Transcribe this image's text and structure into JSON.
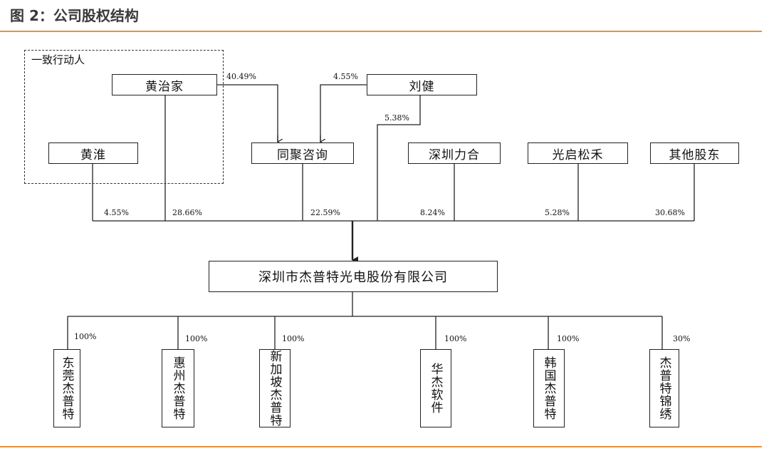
{
  "title": "图 2：公司股权结构",
  "group_label": "一致行动人",
  "shareholders": {
    "huang_zhijia": "黄治家",
    "liu_jian": "刘健",
    "huang_huai": "黄淮",
    "tongju": "同聚咨询",
    "shenzhen_lihe": "深圳力合",
    "guangqi": "光启松禾",
    "others": "其他股东"
  },
  "company": "深圳市杰普特光电股份有限公司",
  "holdings": {
    "huang_zhijia_to_tongju": "40.49%",
    "liu_jian_to_tongju": "4.55%",
    "liu_jian_direct": "5.38%",
    "huang_huai": "4.55%",
    "huang_zhijia": "28.66%",
    "tongju": "22.59%",
    "shenzhen_lihe": "8.24%",
    "guangqi": "5.28%",
    "others": "30.68%"
  },
  "subsidiaries": [
    {
      "name": "东莞杰普特",
      "pct": "100%"
    },
    {
      "name": "惠州杰普特",
      "pct": "100%"
    },
    {
      "name": "新加坡杰普特",
      "pct": "100%"
    },
    {
      "name": "华杰软件",
      "pct": "100%"
    },
    {
      "name": "韩国杰普特",
      "pct": "100%"
    },
    {
      "name": "杰普特锦绣",
      "pct": "30%"
    }
  ],
  "colors": {
    "accent": "#e8923a",
    "line": "#222222"
  }
}
